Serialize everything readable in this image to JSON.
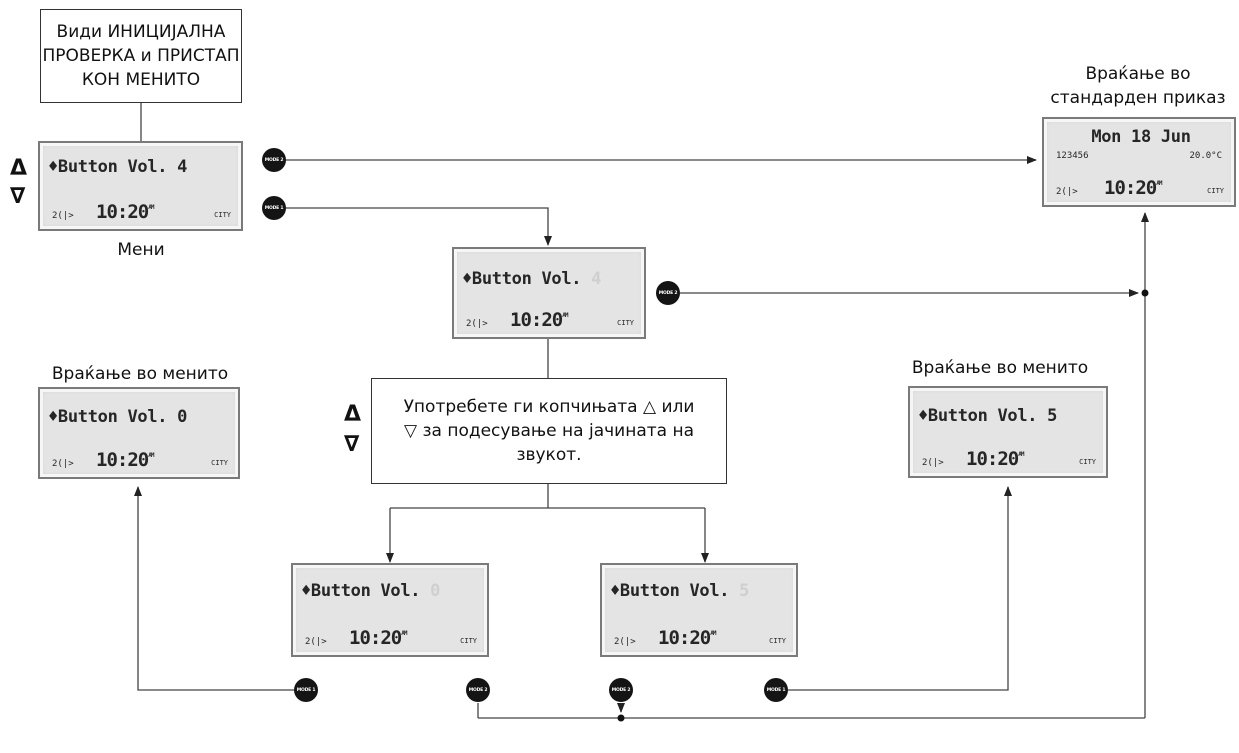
{
  "labels": {
    "initial_check": [
      "Види ИНИЦИЈАЛНА",
      "ПРОВЕРКА и ПРИСТАП",
      "КОН МЕНИТО"
    ],
    "return_standard": [
      "Враќање во",
      "стандарден приказ"
    ],
    "menu": "Мени",
    "return_menu_left": "Враќање во менито",
    "return_menu_right": "Враќање во менито",
    "instruction": [
      "Употребете ги копчињата △ или",
      "▽ за подесување на јачината на",
      "звукот."
    ]
  },
  "buttons": {
    "mode1": "MODE 1",
    "mode2": "MODE 2",
    "up": "Δ",
    "down": "∇"
  },
  "lcd": {
    "menu": {
      "text": "♦Button Vol. 4",
      "week": "2(|>",
      "time": "10:20",
      "suffix": "AM",
      "city": "CITY"
    },
    "edit": {
      "text": "♦Button Vol.",
      "ghost_digit": "4",
      "week": "2(|>",
      "time": "10:20",
      "suffix": "AM",
      "city": "CITY"
    },
    "vol0_set": {
      "text": "♦Button Vol. 0",
      "week": "2(|>",
      "time": "10:20",
      "suffix": "AM",
      "city": "CITY"
    },
    "vol5_set": {
      "text": "♦Button Vol. 5",
      "week": "2(|>",
      "time": "10:20",
      "suffix": "AM",
      "city": "CITY"
    },
    "vol0_edit": {
      "text": "♦Button Vol.",
      "ghost_digit": "0",
      "week": "2(|>",
      "time": "10:20",
      "suffix": "AM",
      "city": "CITY"
    },
    "vol5_edit": {
      "text": "♦Button Vol.",
      "ghost_digit": "5",
      "week": "2(|>",
      "time": "10:20",
      "suffix": "AM",
      "city": "CITY"
    },
    "standard": {
      "line1": "Mon 18 Jun",
      "line2_left": "123456",
      "line2_right": "20.0°C",
      "week": "2(|>",
      "time": "10:20",
      "suffix": "AM",
      "city": "CITY"
    }
  }
}
